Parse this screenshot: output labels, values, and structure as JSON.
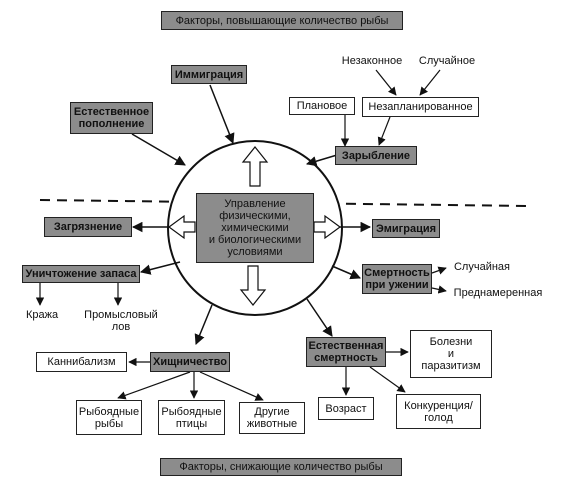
{
  "title_top": "Факторы, повышающие количество рыбы",
  "title_bottom": "Факторы, снижающие количество рыбы",
  "center": "Управление\nфизическими,\nхимическими\nи биологическими\nусловиями",
  "increase": {
    "immigration": "Иммиграция",
    "natural_recruitment": "Естественное\nпополнение",
    "stocking": "Зарыбление",
    "planned": "Плановое",
    "unplanned": "Незапланированное",
    "illegal": "Незаконное",
    "accidental": "Случайное"
  },
  "decrease": {
    "pollution": "Загрязнение",
    "emigration": "Эмиграция",
    "stock_destruction": "Уничтожение запаса",
    "theft": "Кража",
    "commercial_fishing": "Промысловый\nлов",
    "fishing_mortality": "Смертность\nпри ужении",
    "mortality_accidental": "Случайная",
    "mortality_intentional": "Преднамеренная",
    "predation": "Хищничество",
    "cannibalism": "Каннибализм",
    "fish_eating_fish": "Рыбоядные\nрыбы",
    "fish_eating_birds": "Рыбоядные\nптицы",
    "other_animals": "Другие\nживотные",
    "natural_mortality": "Естественная\nсмертность",
    "diseases_parasites": "Болезни\nи\nпаразитизм",
    "age": "Возраст",
    "competition_hunger": "Конкуренция/\nголод"
  },
  "colors": {
    "node_fill": "#8c8c8c",
    "line": "#111111"
  }
}
